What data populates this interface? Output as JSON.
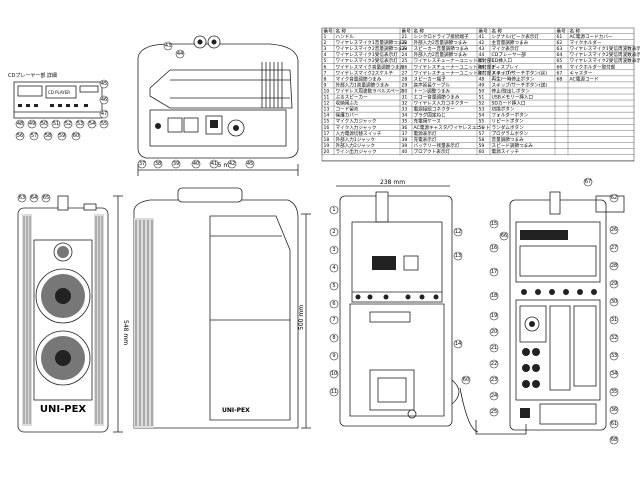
{
  "cd_player": {
    "caption": "CDプレーヤー部 詳細",
    "panel_label": "CD PLAYER"
  },
  "brand": {
    "name": "UNI-PEX",
    "short": "UNI-PEX"
  },
  "dimensions": {
    "width": "365 mm",
    "height": "548 mm",
    "depth": "500 mm",
    "rear_width": "238 mm"
  },
  "parts_table": {
    "headers": [
      "番号",
      "名 称",
      "番号",
      "名 称",
      "番号",
      "名 称",
      "番号",
      "名 称"
    ],
    "col1": [
      [
        "1",
        "ハンドル"
      ],
      [
        "2",
        "ワイヤレスマイク1音量調節つまみ"
      ],
      [
        "3",
        "ワイヤレスマイク2音量調節つまみ"
      ],
      [
        "4",
        "ワイヤレスマイク1受信表示灯"
      ],
      [
        "5",
        "ワイヤレスマイク2受信表示灯"
      ],
      [
        "6",
        "ワイヤレスマイク音量調節つまみ"
      ],
      [
        "7",
        "ワイヤレスマイク2スケルチ"
      ],
      [
        "8",
        "マイク音量調節つまみ"
      ],
      [
        "9",
        "外部入力1音量調節つまみ"
      ],
      [
        "10",
        "ワイヤレス周波数ラベルスペース"
      ],
      [
        "11",
        "ぶるスピーカー"
      ],
      [
        "12",
        "収納用ふた"
      ],
      [
        "13",
        "コード留め"
      ],
      [
        "14",
        "保護カバー"
      ],
      [
        "15",
        "マイク入力ジャック"
      ],
      [
        "16",
        "マイク入力ジャック"
      ],
      [
        "17",
        "入力電源切替スイッチ"
      ],
      [
        "18",
        "外部入力1ジャック"
      ],
      [
        "19",
        "外部入力2ジャック"
      ],
      [
        "20",
        "ライン出力ジャック"
      ]
    ],
    "col2": [
      [
        "21",
        "シンクロドライブ接続端子"
      ],
      [
        "22",
        "外部入力2音量調節つまみ"
      ],
      [
        "23",
        "スピーカー音量調節つまみ"
      ],
      [
        "24",
        "外部入力2音量調節つまみ"
      ],
      [
        "25",
        "ワイヤレスチューナーユニット取付部1"
      ],
      [
        "26",
        "ワイヤレスチューナーユニット取付部2"
      ],
      [
        "27",
        "ワイヤレスチューナーユニット取付部ドライバー"
      ],
      [
        "28",
        "スピーカー端子"
      ],
      [
        "29",
        "音声延長ケーブル"
      ],
      [
        "30",
        "トーン調整つまみ"
      ],
      [
        "31",
        "エコー音量調節つまみ"
      ],
      [
        "32",
        "ワイヤレス入力コネクター"
      ],
      [
        "33",
        "電源接続コネクター"
      ],
      [
        "34",
        "プラグ固定ねじ"
      ],
      [
        "35",
        "充電用ケース"
      ],
      [
        "36",
        "AC電源キャスタ/ワイヤレスユニット"
      ],
      [
        "37",
        "電源表示灯"
      ],
      [
        "38",
        "充電表示灯"
      ],
      [
        "39",
        "バッテリー残量表示灯"
      ],
      [
        "40",
        "ブロアクト表示灯"
      ]
    ],
    "col3": [
      [
        "41",
        "シグナル/ピーク表示灯"
      ],
      [
        "42",
        "主音量調節つまみ"
      ],
      [
        "43",
        "マイク表示灯"
      ],
      [
        "44",
        "CDプレーヤー部"
      ],
      [
        "45",
        "CD挿入口"
      ],
      [
        "46",
        "ディスプレイ"
      ],
      [
        "47",
        "スキップ/サーチボタン(戻)"
      ],
      [
        "48",
        "再生/一時停止ボタン"
      ],
      [
        "49",
        "スキップ/サーチボタン(送)"
      ],
      [
        "50",
        "停止/取出しボタン"
      ],
      [
        "51",
        "USBメモリー挿入口"
      ],
      [
        "52",
        "SDカード挿入口"
      ],
      [
        "53",
        "切換ボタン"
      ],
      [
        "54",
        "フォルダーボタン"
      ],
      [
        "55",
        "リピートボタン"
      ],
      [
        "56",
        "ランダムボタン"
      ],
      [
        "57",
        "プログラムボタン"
      ],
      [
        "58",
        "音量調節つまみ"
      ],
      [
        "59",
        "スピード調節つまみ"
      ],
      [
        "60",
        "電源スイッチ"
      ]
    ],
    "col4": [
      [
        "61",
        "AC電源コードカバー"
      ],
      [
        "62",
        "マイクホルダー"
      ],
      [
        "63",
        "ワイヤレスマイク1受信周波数表示(赤)"
      ],
      [
        "64",
        "ワイヤレスマイク2受信周波数表示(赤)"
      ],
      [
        "65",
        "ワイヤレスマイク2受信周波数表示(青)"
      ],
      [
        "66",
        "マイクホルダー取付部"
      ],
      [
        "67",
        "キャスター"
      ],
      [
        "68",
        "AC電源コード"
      ]
    ]
  },
  "callouts": {
    "top_view": [
      "43",
      "44",
      "37",
      "38",
      "39",
      "40",
      "41",
      "42",
      "45"
    ],
    "cd_detail": [
      "45",
      "46",
      "47",
      "48",
      "49",
      "50",
      "51",
      "52",
      "53",
      "54",
      "55",
      "56",
      "57",
      "58",
      "59",
      "60"
    ],
    "front_view": [
      "63",
      "64",
      "65"
    ],
    "rear_open": [
      "1",
      "2",
      "3",
      "4",
      "5",
      "6",
      "7",
      "8",
      "9",
      "10",
      "11",
      "12",
      "13",
      "14",
      "60"
    ],
    "rear_panel": [
      "15",
      "16",
      "17",
      "18",
      "19",
      "20",
      "21",
      "22",
      "23",
      "24",
      "25",
      "26",
      "27",
      "28",
      "29",
      "30",
      "31",
      "32",
      "33",
      "34",
      "35",
      "36",
      "61",
      "62",
      "66",
      "67",
      "68"
    ]
  }
}
